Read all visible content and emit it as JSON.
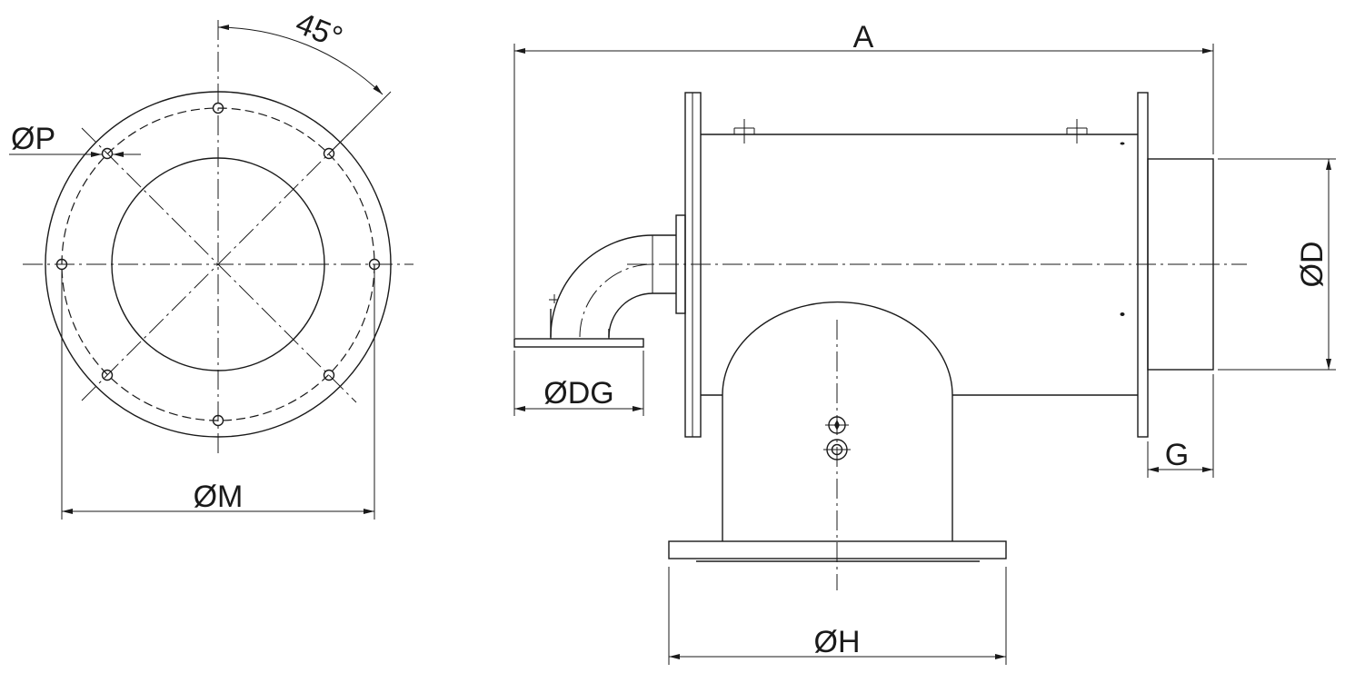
{
  "drawing": {
    "front_view": {
      "angle_label": "45°",
      "bolt_hole_label": "ØP",
      "bolt_circle_label": "ØM"
    },
    "side_view": {
      "overall_length_label": "A",
      "outlet_diameter_label": "ØD",
      "gas_inlet_label": "ØDG",
      "outlet_length_label": "G",
      "inlet_flange_label": "ØH"
    }
  },
  "colors": {
    "line": "#1a1a1a",
    "background": "#ffffff"
  }
}
